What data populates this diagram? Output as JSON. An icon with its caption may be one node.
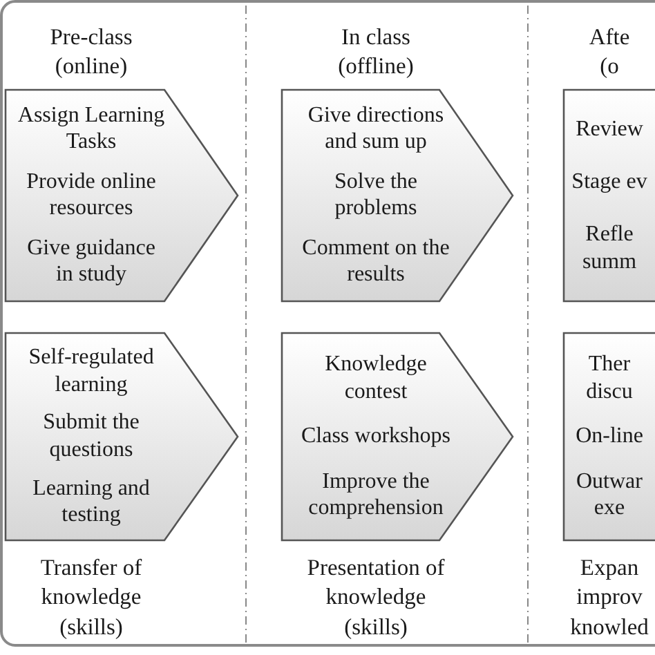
{
  "diagram": {
    "nodes": [
      {
        "text": [
          "Assign Learning Tasks",
          "Provide online resources",
          "Give guidance in study"
        ]
      },
      {
        "text": [
          "Give directions and sum up",
          "Solve the problems",
          "Comment on the results"
        ]
      },
      {
        "text": [
          "Review",
          "Stage ev",
          "Refle summ"
        ]
      },
      {
        "text": [
          "Self-regulated learning",
          "Submit the questions",
          "Learning and testing"
        ]
      },
      {
        "text": [
          "Knowledge contest",
          "Class workshops",
          "Improve the comprehension"
        ]
      },
      {
        "text": [
          "Ther discu",
          "On-line",
          "Outwar exe"
        ]
      }
    ],
    "labels": [
      "Pre-class (online)",
      "In class (offline)",
      "Afte (o",
      "Transfer of knowledge (skills)",
      "Presentation of knowledge (skills)",
      "Expan improv knowled"
    ]
  }
}
